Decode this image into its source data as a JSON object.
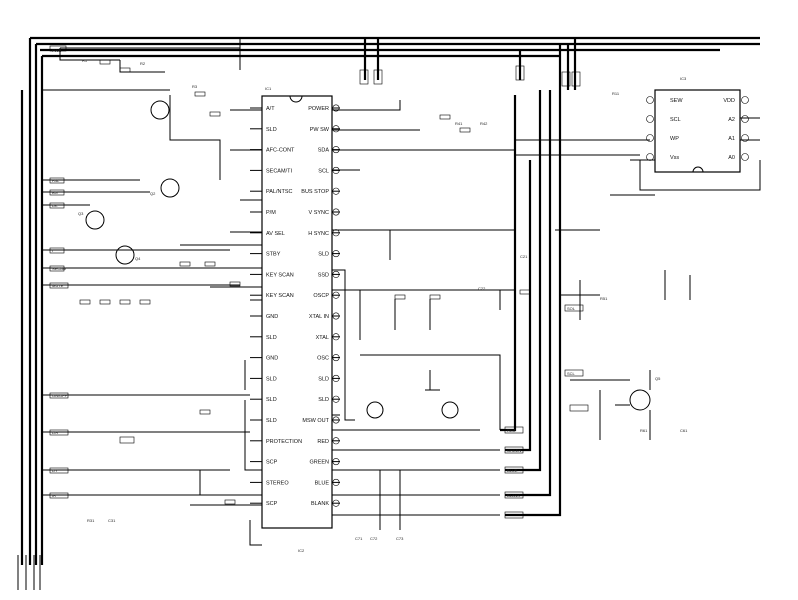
{
  "diagram": {
    "ic_main": {
      "left_pins": [
        "A/T",
        "SLD",
        "AFC-CONT",
        "SECAM/TI",
        "PAL/NTSC",
        "P/M",
        "AV SEL",
        "STBY",
        "KEY SCAN",
        "KEY SCAN",
        "GND",
        "SLD",
        "GND",
        "SLD",
        "SLD",
        "SLD",
        "PROTECTION",
        "SCP",
        "STEREO",
        "SCP"
      ],
      "right_pins": [
        "POWER",
        "PW SW",
        "SDA",
        "SCL",
        "BUS STOP",
        "V SYNC",
        "H SYNC",
        "SLD",
        "SSD",
        "OSCP",
        "XTAL IN",
        "XTAL",
        "OSC",
        "SLD",
        "SLD",
        "MSW OUT",
        "RED",
        "GREEN",
        "BLUE",
        "BLANK"
      ]
    },
    "ic_eeprom": {
      "left_pins": [
        "SEW",
        "SCL",
        "WP",
        "Vss"
      ],
      "right_pins": [
        "VDD",
        "A2",
        "A1",
        "A0"
      ]
    },
    "connectors_left": [
      "PWR",
      "PAL",
      "BG",
      "DK",
      "I",
      "SECAM",
      "MUTE",
      "ON/OFF",
      "L/R",
      "DY",
      "IR"
    ],
    "connectors_right": [
      "RED",
      "GREEN",
      "BLUE",
      "BLANK",
      "SOL",
      "SCL"
    ]
  },
  "colors": {
    "ink": "#000000",
    "paper": "#ffffff"
  }
}
